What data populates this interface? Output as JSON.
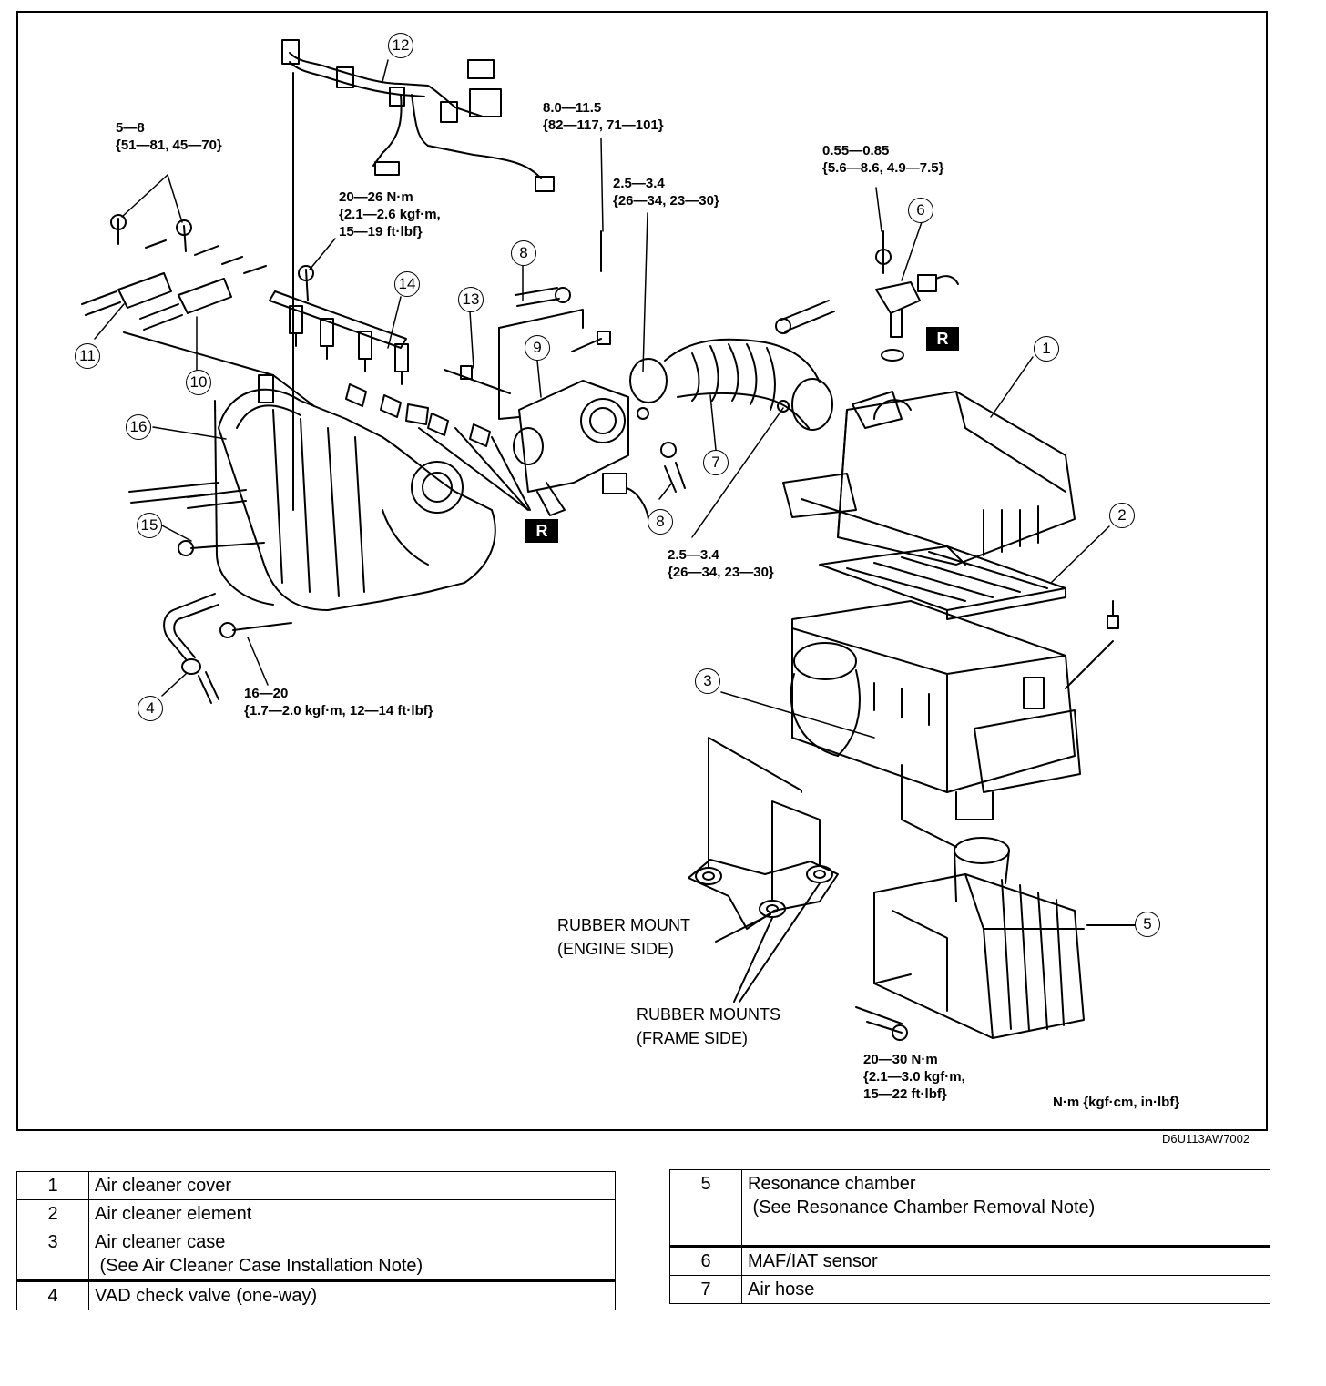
{
  "figure_id": "D6U113AW7002",
  "unit_note": "N·m {kgf·cm, in·lbf}",
  "callouts": [
    "1",
    "2",
    "3",
    "4",
    "5",
    "6",
    "7",
    "8",
    "8",
    "9",
    "10",
    "11",
    "12",
    "13",
    "14",
    "15",
    "16"
  ],
  "reuse_mark": "R",
  "torque_specs": {
    "t_5_8": "5—8\n{51—81, 45—70}",
    "t_20_26": "20—26 N·m\n{2.1—2.6 kgf·m,\n15—19 ft·lbf}",
    "t_8_11": "8.0—11.5\n{82—117, 71—101}",
    "t_25_34_a": "2.5—3.4\n{26—34, 23—30}",
    "t_055": "0.55—0.85\n{5.6—8.6, 4.9—7.5}",
    "t_25_34_b": "2.5—3.4\n{26—34, 23—30}",
    "t_16_20": "16—20\n{1.7—2.0 kgf·m, 12—14 ft·lbf}",
    "t_20_30": "20—30 N·m\n{2.1—3.0 kgf·m,\n15—22 ft·lbf}"
  },
  "mount_labels": {
    "engine_side": "RUBBER MOUNT\n(ENGINE SIDE)",
    "frame_side": "RUBBER MOUNTS\n(FRAME SIDE)"
  },
  "legend_left": [
    {
      "num": "1",
      "name": "Air cleaner cover"
    },
    {
      "num": "2",
      "name": "Air cleaner element"
    },
    {
      "num": "3",
      "name": "Air cleaner case\n (See Air Cleaner Case Installation Note)"
    },
    {
      "num": "4",
      "name": "VAD check valve (one-way)"
    }
  ],
  "legend_right": [
    {
      "num": "5",
      "name": "Resonance chamber\n (See Resonance Chamber Removal Note)\n "
    },
    {
      "num": "6",
      "name": "MAF/IAT sensor"
    },
    {
      "num": "7",
      "name": "Air hose"
    }
  ]
}
